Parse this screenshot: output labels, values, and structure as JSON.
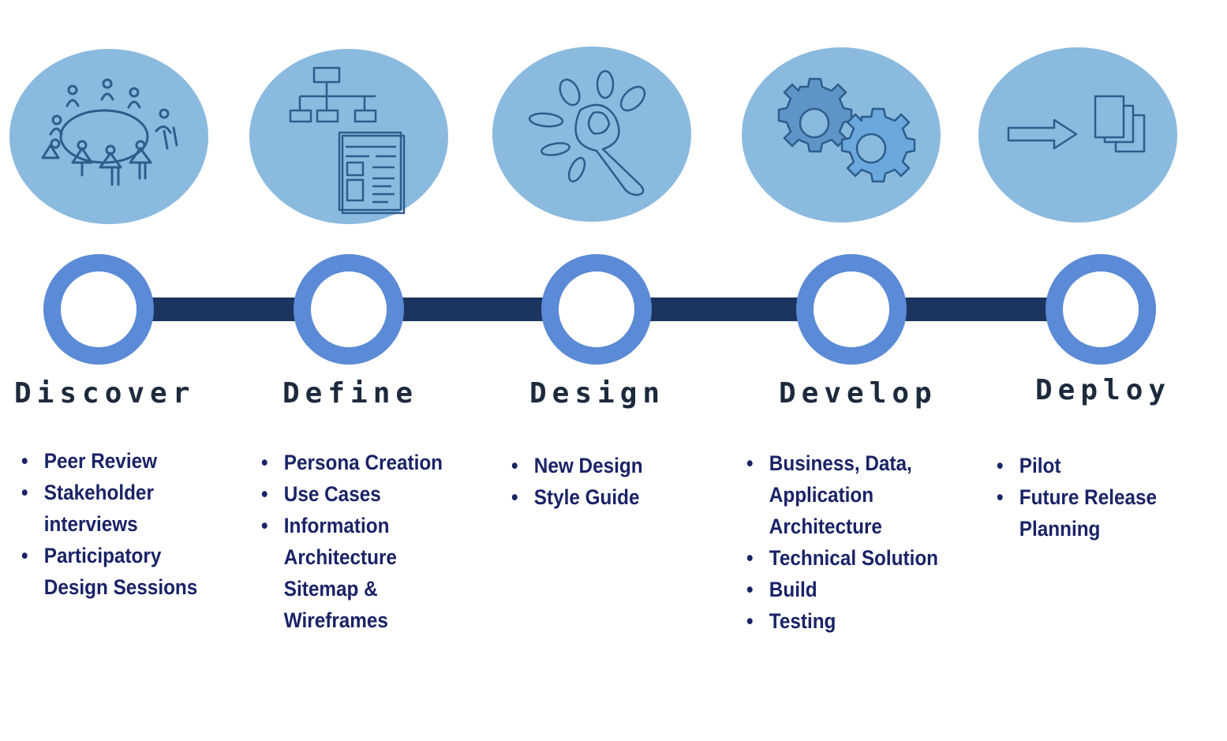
{
  "colors": {
    "bubble_fill": "#8bbadf",
    "ring": "#5b8ad6",
    "connector": "#1c3560",
    "sketch_stroke": "#2d5d8c",
    "title_text": "#1c2a3c",
    "list_text": "#1a2366"
  },
  "phases": [
    {
      "title": "Discover",
      "icon": "meeting-table-icon",
      "items": [
        "Peer Review",
        "Stakeholder",
        "interviews",
        "Participatory",
        "Design Sessions"
      ],
      "bullets": [
        true,
        true,
        false,
        true,
        false
      ]
    },
    {
      "title": "Define",
      "icon": "sitemap-wireframe-icon",
      "items": [
        "Persona Creation",
        "Use Cases",
        "Information",
        "Architecture",
        "Sitemap &",
        "Wireframes"
      ],
      "bullets": [
        true,
        true,
        true,
        false,
        false,
        false
      ]
    },
    {
      "title": "Design",
      "icon": "magnifier-ideas-icon",
      "items": [
        "New Design",
        "Style Guide"
      ],
      "bullets": [
        true,
        true
      ]
    },
    {
      "title": "Develop",
      "icon": "gears-icon",
      "items": [
        "Business, Data,",
        "Application",
        "Architecture",
        "Technical Solution",
        "Build",
        "Testing"
      ],
      "bullets": [
        true,
        false,
        false,
        true,
        true,
        true
      ]
    },
    {
      "title": "Deploy",
      "icon": "arrow-documents-icon",
      "items": [
        "Pilot",
        "Future Release",
        "Planning"
      ],
      "bullets": [
        true,
        true,
        false
      ]
    }
  ]
}
